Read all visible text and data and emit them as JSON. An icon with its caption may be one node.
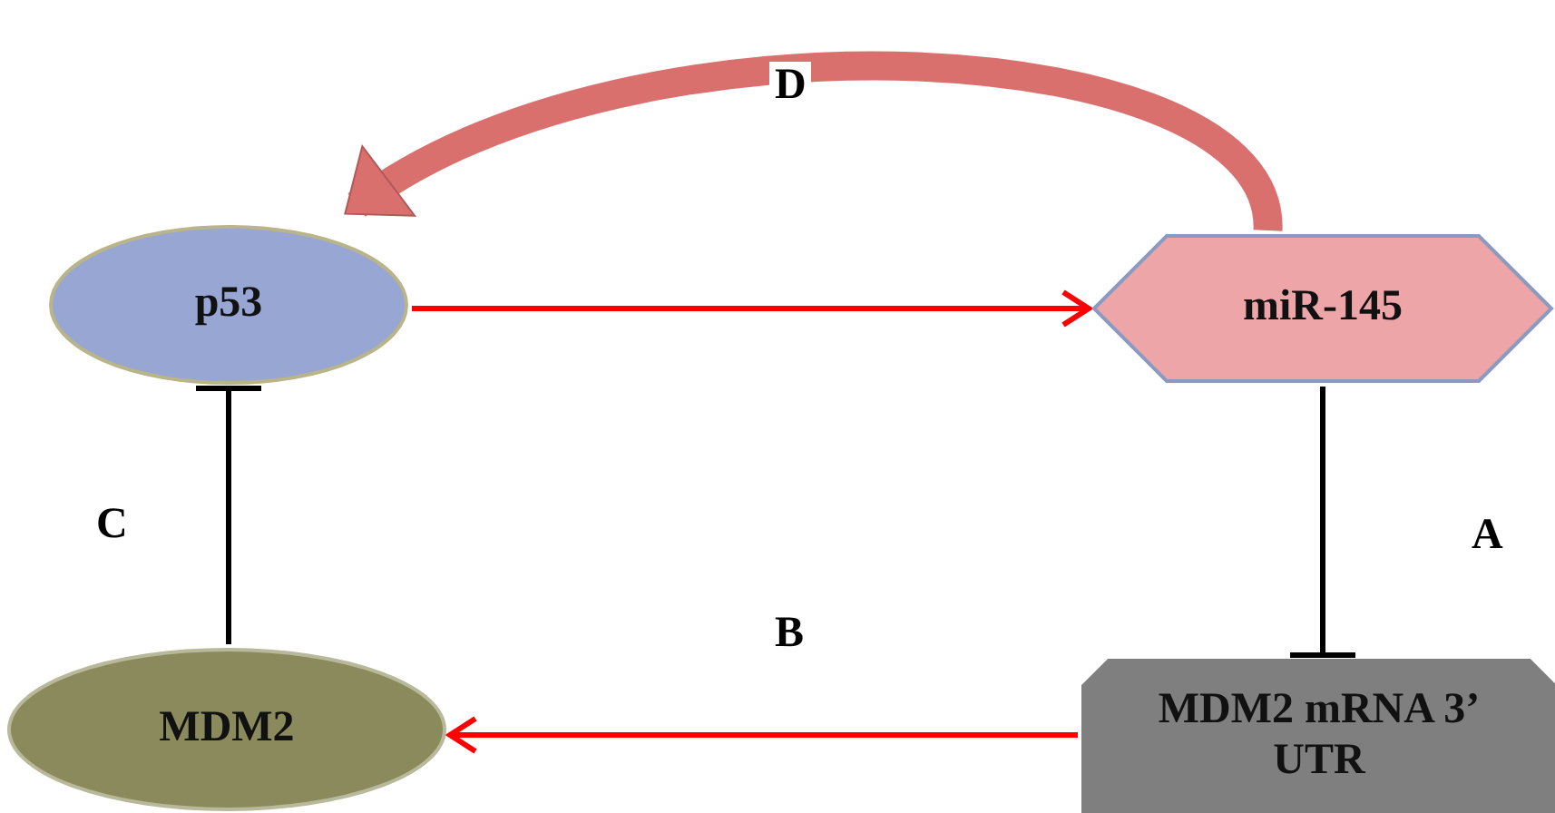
{
  "diagram": {
    "nodes": [
      {
        "text": [
          "p53"
        ]
      },
      {
        "text": [
          "miR-145"
        ]
      },
      {
        "text": [
          "MDM2 mRNA 3’ UTR"
        ]
      },
      {
        "text": [
          "MDM2"
        ]
      }
    ],
    "edges": [
      {
        "from": 0,
        "to": 1,
        "arrow": "to"
      },
      {
        "from": 1,
        "to": 2,
        "arrow": "other",
        "label": "A",
        "color": "#000000"
      },
      {
        "from": 2,
        "to": 3,
        "arrow": "to",
        "label": "B"
      },
      {
        "from": 3,
        "to": 0,
        "arrow": "other",
        "label": "C",
        "color": "#000000"
      },
      {
        "from": 1,
        "to": 0,
        "arrow": "to",
        "label": "D",
        "style": "thick",
        "color": "#d9706e"
      }
    ]
  }
}
